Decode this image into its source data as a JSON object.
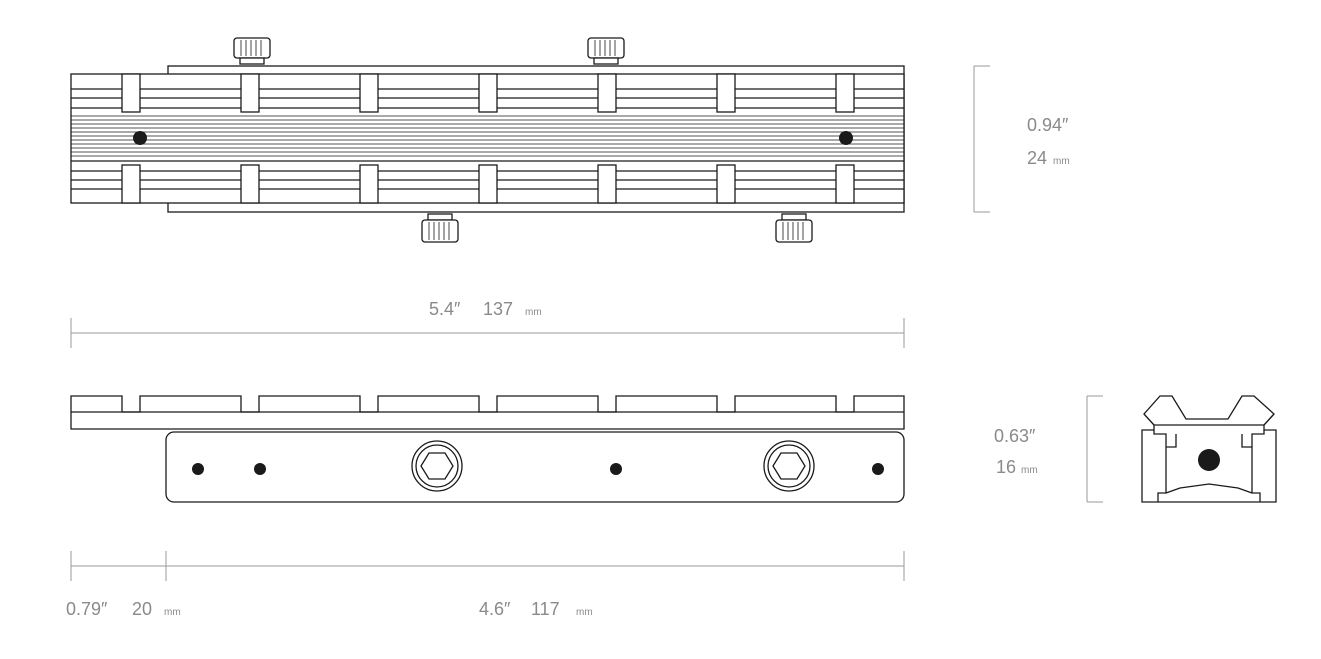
{
  "dimensions": {
    "height_top": {
      "inch": "0.94″",
      "mm": "24",
      "unit": "mm"
    },
    "length_total": {
      "inch": "5.4″",
      "mm": "137",
      "unit": "mm"
    },
    "height_side": {
      "inch": "0.63″",
      "mm": "16",
      "unit": "mm"
    },
    "offset": {
      "inch": "0.79″",
      "mm": "20",
      "unit": "mm"
    },
    "length_base": {
      "inch": "4.6″",
      "mm": "117",
      "unit": "mm"
    }
  },
  "colors": {
    "line": "#1a1a1a",
    "dimension_line": "#9a9a9a",
    "dimension_text": "#8a8a8a"
  },
  "icons": [
    "knurled-screw-icon",
    "hex-bolt-icon",
    "mounting-hole-icon"
  ]
}
